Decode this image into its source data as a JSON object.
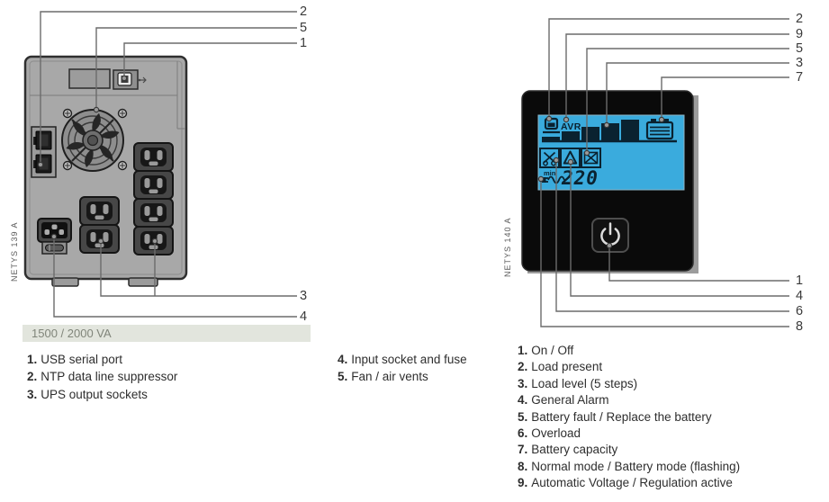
{
  "page_title": "UPS rear and front panel diagram",
  "left_figure": {
    "device_label": "NETYS 139 A",
    "banner": "1500 / 2000 VA",
    "callouts_top": [
      "2",
      "5",
      "1"
    ],
    "callouts_bottom": [
      "3",
      "4"
    ],
    "legend_col1": [
      {
        "num": "1.",
        "text": "USB serial port"
      },
      {
        "num": "2.",
        "text": "NTP data line suppressor"
      },
      {
        "num": "3.",
        "text": "UPS output sockets"
      }
    ],
    "legend_col2": [
      {
        "num": "4.",
        "text": "Input socket and fuse"
      },
      {
        "num": "5.",
        "text": "Fan / air vents"
      }
    ],
    "icons": [
      "usb-port",
      "usb-icon",
      "vent-slot",
      "fan-icon",
      "rj45-jacks",
      "output-sockets",
      "input-socket",
      "fuse-holder"
    ]
  },
  "right_figure": {
    "device_label": "NETYS 140 A",
    "lcd": {
      "avr_text": "AVR",
      "min_text": "min",
      "display_value": "220",
      "icons": [
        "load-present-icon",
        "load-level-bars",
        "battery-capacity-icon",
        "overload-icon",
        "general-alarm-icon",
        "battery-fault-icon",
        "mode-sine-wave-icon"
      ]
    },
    "callouts_top": [
      "2",
      "9",
      "5",
      "3",
      "7"
    ],
    "callouts_bottom": [
      "1",
      "4",
      "6",
      "8"
    ],
    "legend": [
      {
        "num": "1.",
        "text": "On / Off"
      },
      {
        "num": "2.",
        "text": "Load present"
      },
      {
        "num": "3.",
        "text": "Load level (5 steps)"
      },
      {
        "num": "4.",
        "text": "General Alarm"
      },
      {
        "num": "5.",
        "text": "Battery fault / Replace the battery"
      },
      {
        "num": "6.",
        "text": "Overload"
      },
      {
        "num": "7.",
        "text": "Battery capacity"
      },
      {
        "num": "8.",
        "text": "Normal mode / Battery mode (flashing)"
      },
      {
        "num": "9.",
        "text": "Automatic Voltage / Regulation active"
      }
    ]
  },
  "colors": {
    "body_gray": "#a8a8a8",
    "socket_dark": "#474747",
    "panel_black": "#0a0a0a",
    "lcd_blue": "#3aabdd",
    "lcd_ink": "#0a2230",
    "banner_bg": "#e2e5dd",
    "callout_line": "#6b6b6b",
    "text": "#2e2e2e"
  }
}
